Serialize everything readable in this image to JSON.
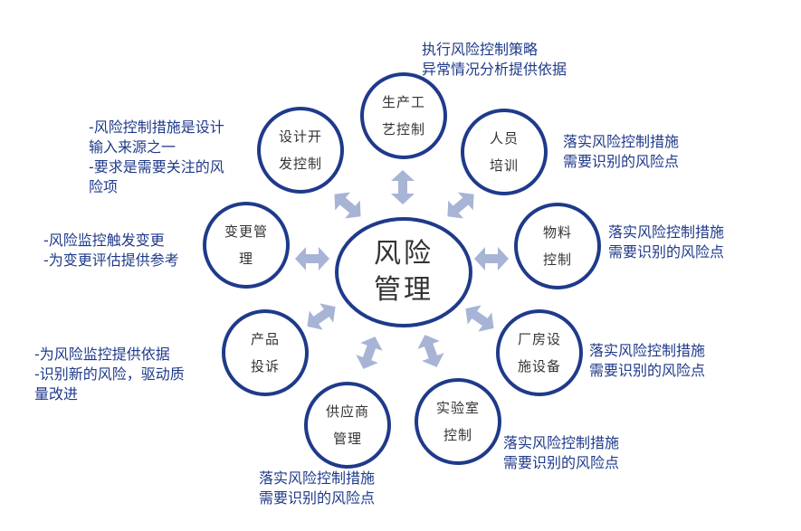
{
  "colors": {
    "ring": "#1f3a8a",
    "arrow": "#a7b4d6",
    "note_text": "#1f3a8a",
    "label_text": "#333333"
  },
  "center": {
    "label": "风险\n管理"
  },
  "nodes": [
    {
      "id": "production",
      "label": "生产工\n艺控制",
      "note": "执行风险控制策略\n异常情况分析提供依据"
    },
    {
      "id": "personnel",
      "label": "人员\n培训",
      "note": "落实风险控制措施\n需要识别的风险点"
    },
    {
      "id": "materials",
      "label": "物料\n控制",
      "note": "落实风险控制措施\n需要识别的风险点"
    },
    {
      "id": "facilities",
      "label": "厂房设\n施设备",
      "note": "落实风险控制措施\n需要识别的风险点"
    },
    {
      "id": "lab",
      "label": "实验室\n控制",
      "note": "落实风险控制措施\n需要识别的风险点"
    },
    {
      "id": "supplier",
      "label": "供应商\n管理",
      "note": "落实风险控制措施\n需要识别的风险点"
    },
    {
      "id": "complaints",
      "label": "产品\n投诉",
      "note": "-为风险监控提供依据\n-识别新的风险，驱动质\n量改进"
    },
    {
      "id": "change",
      "label": "变更管\n理",
      "note": "-风险监控触发变更\n-为变更评估提供参考"
    },
    {
      "id": "design",
      "label": "设计开\n发控制",
      "note": "-风险控制措施是设计\n输入来源之一\n-要求是需要关注的风\n险项"
    }
  ]
}
